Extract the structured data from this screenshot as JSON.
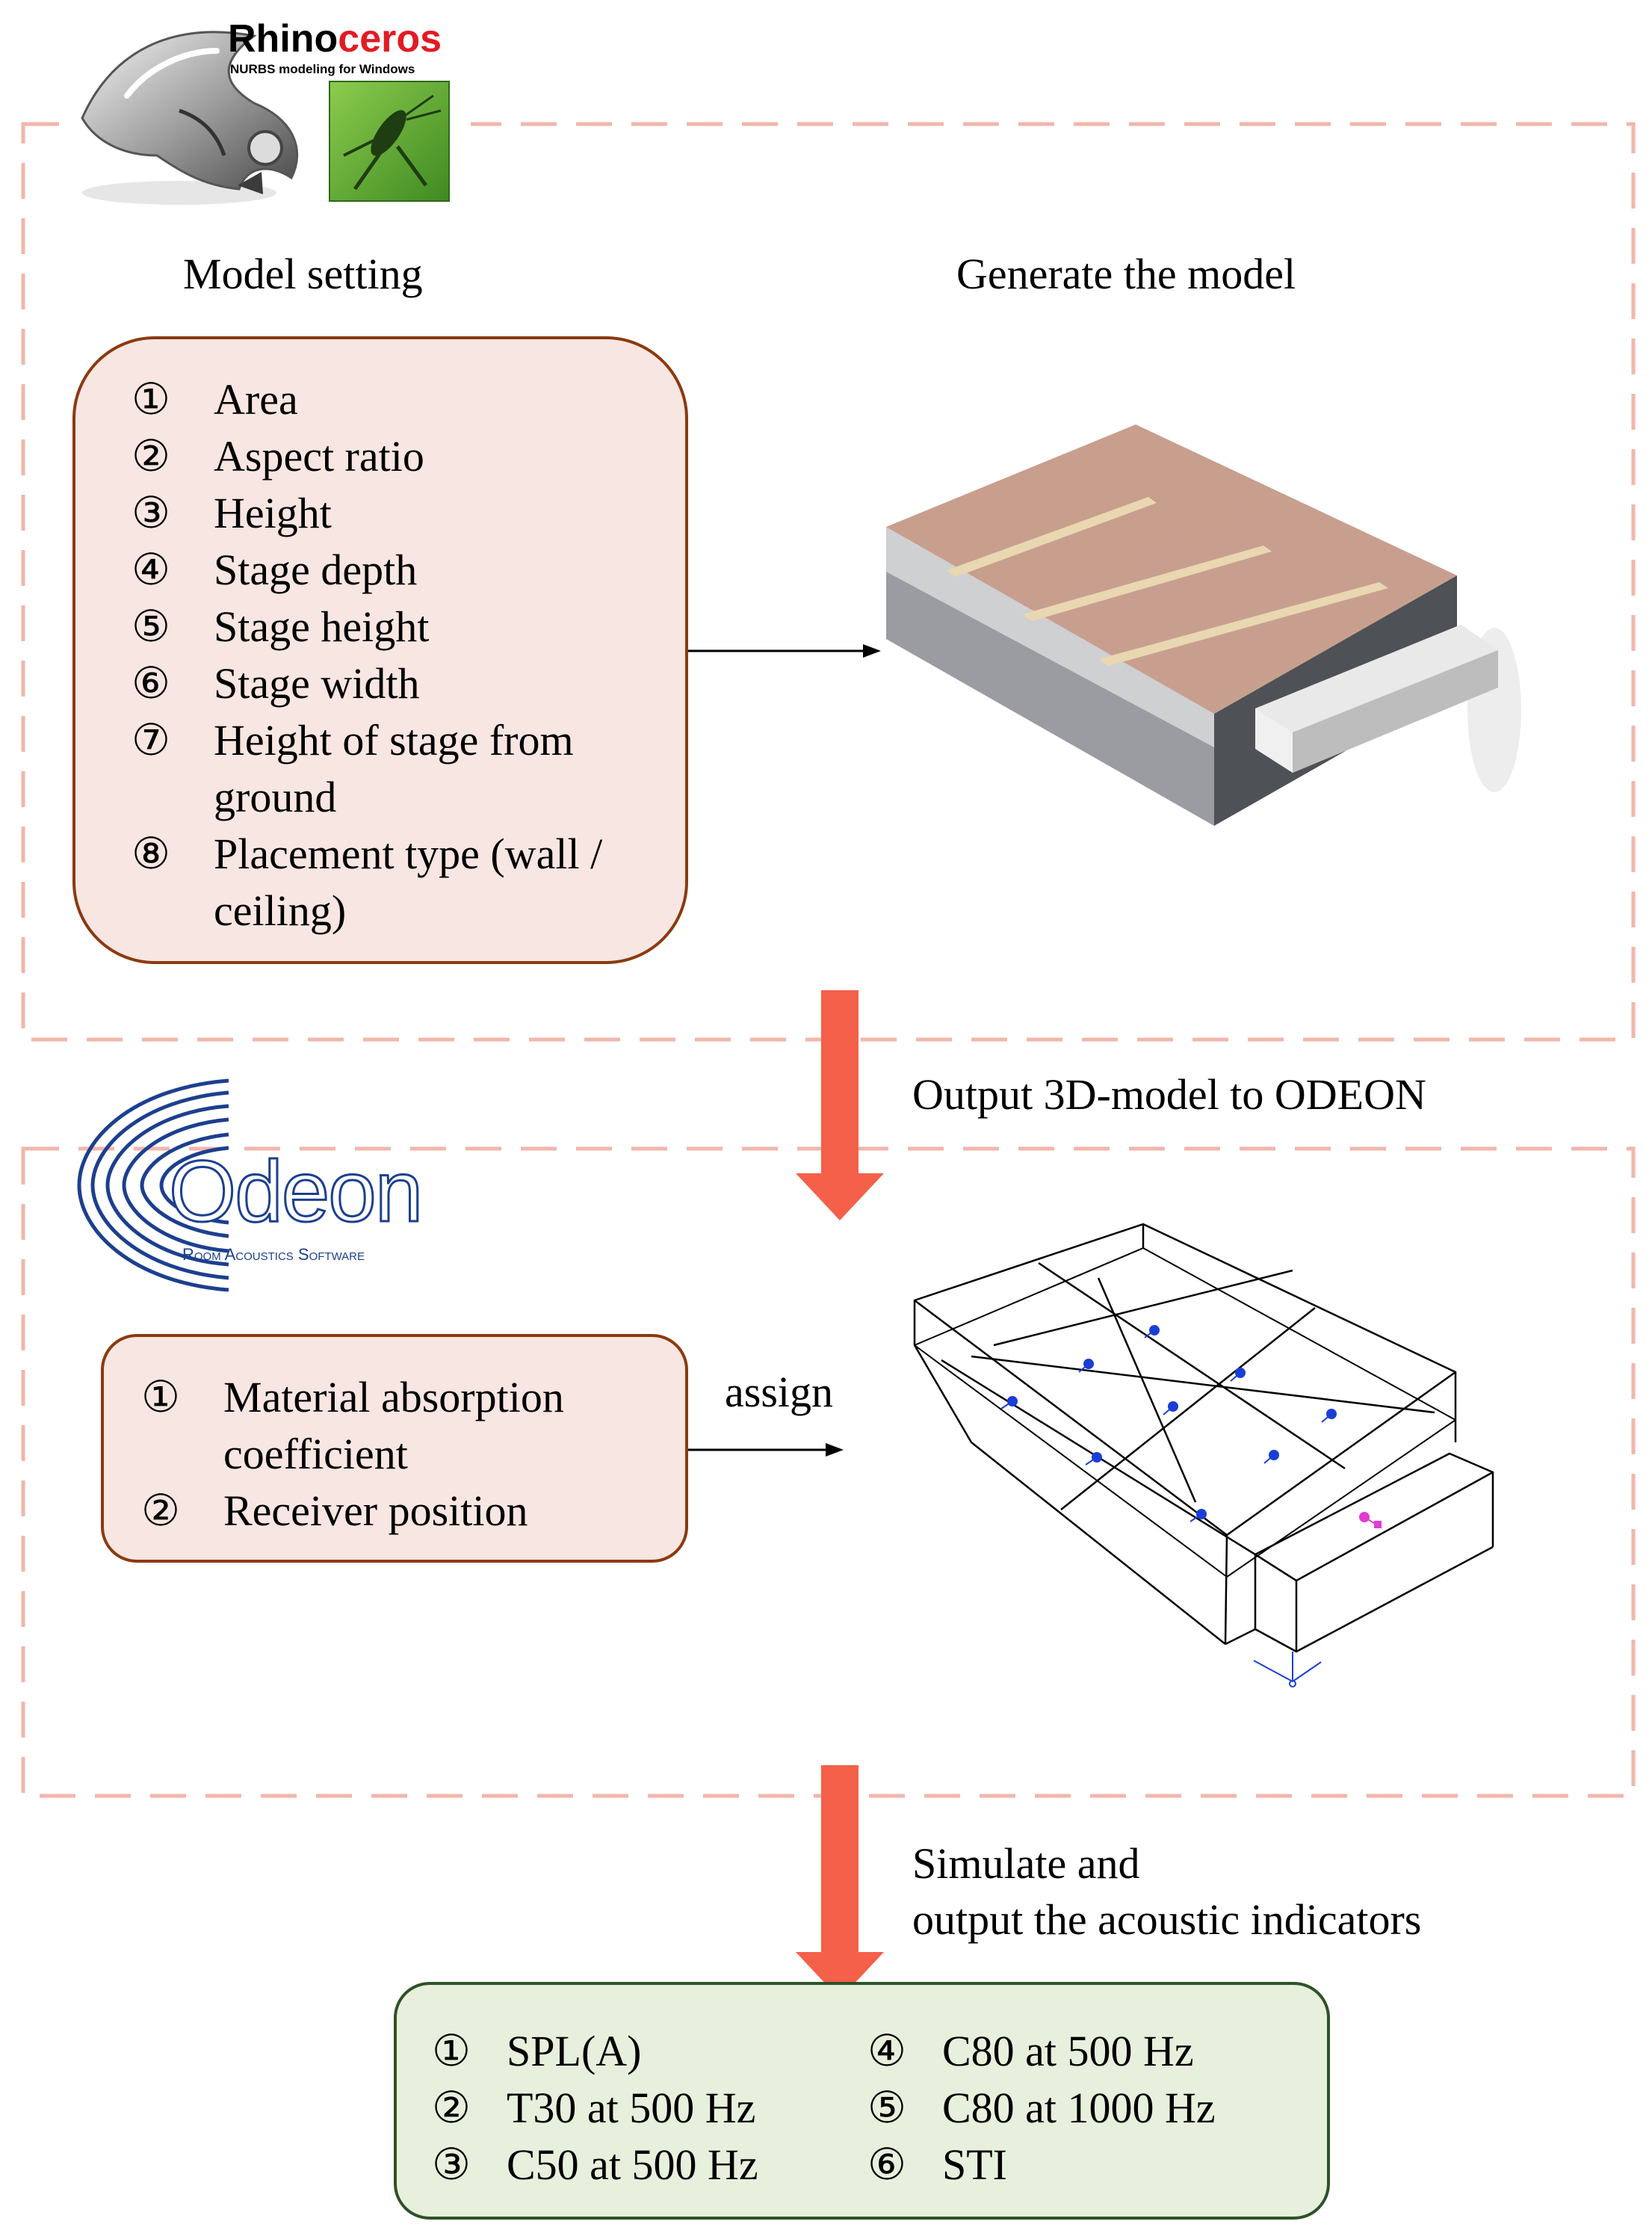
{
  "rhino_logo": {
    "title": "Rhinoceros",
    "title_part_black": "Rhino",
    "title_part_red": "ceros",
    "subtitle": "NURBS modeling for Windows",
    "icon": "rhino-icon",
    "grasshopper_icon": "grasshopper-icon"
  },
  "odeon_logo": {
    "name": "Odeon",
    "tagline": "Room Acoustics Software",
    "icon": "sound-wave-arcs-icon"
  },
  "section_top": {
    "left_heading": "Model setting",
    "right_heading": "Generate the model",
    "items": [
      {
        "num": "①",
        "text": "Area"
      },
      {
        "num": "②",
        "text": "Aspect ratio"
      },
      {
        "num": "③",
        "text": "Height"
      },
      {
        "num": "④",
        "text": "Stage depth"
      },
      {
        "num": "⑤",
        "text": "Stage height"
      },
      {
        "num": "⑥",
        "text": "Stage width"
      },
      {
        "num": "⑦",
        "text": "Height of stage from",
        "text_cont": "ground"
      },
      {
        "num": "⑧",
        "text": "Placement type (wall /",
        "text_cont": "ceiling)"
      }
    ]
  },
  "transition_1": {
    "label": "Output 3D-model to ODEON"
  },
  "section_mid": {
    "assign_label": "assign",
    "items": [
      {
        "num": "①",
        "text": "Material absorption",
        "text_cont": "coefficient"
      },
      {
        "num": "②",
        "text": "Receiver position"
      }
    ]
  },
  "transition_2": {
    "label_line1": "Simulate and",
    "label_line2": "output the acoustic indicators"
  },
  "outputs": {
    "left": [
      {
        "num": "①",
        "text": "SPL(A)"
      },
      {
        "num": "②",
        "text": "T30 at 500 Hz"
      },
      {
        "num": "③",
        "text": "C50 at 500 Hz"
      }
    ],
    "right": [
      {
        "num": "④",
        "text": "C80 at 500 Hz"
      },
      {
        "num": "⑤",
        "text": "C80 at 1000 Hz"
      },
      {
        "num": "⑥",
        "text": "STI"
      }
    ]
  },
  "colors": {
    "dash_border": "#f2b6aa",
    "pink_fill": "#f8e6e2",
    "pink_border": "#8b3a10",
    "green_fill": "#e7f0dc",
    "green_border": "#2f5128",
    "arrow_red": "#f46049",
    "rhino_red": "#e31b23",
    "odeon_blue": "#1c3f8f",
    "grasshopper_green": "#4f9a2e"
  }
}
